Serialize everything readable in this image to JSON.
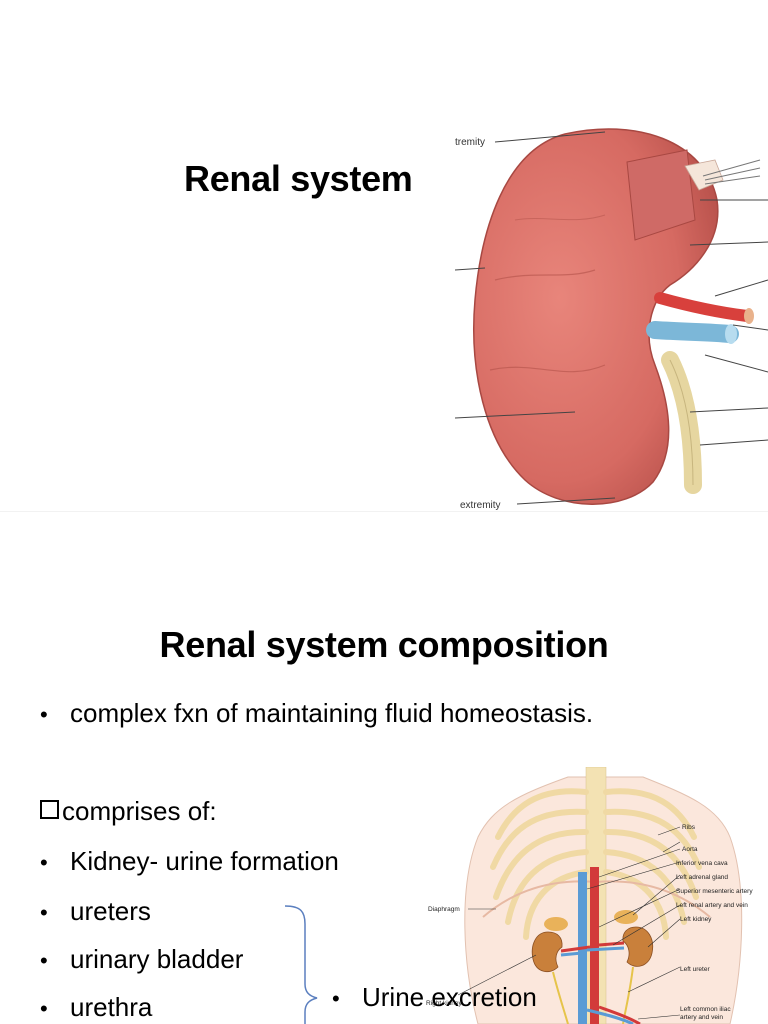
{
  "slide1": {
    "title": "Renal system",
    "figure_labels": {
      "top": "tremity",
      "bottom": "extremity"
    }
  },
  "slide2": {
    "title": "Renal system composition",
    "intro_bullet": "complex fxn of maintaining fluid homeostasis.",
    "comprises_heading": "comprises of:",
    "components": [
      "Kidney-  urine formation",
      "ureters",
      "urinary bladder",
      "urethra"
    ],
    "grouped_function": "Urine excretion",
    "diagram_labels": {
      "ribs": "Ribs",
      "aorta": "Aorta",
      "ivc": "Inferior vena cava",
      "adrenal": "Left adrenal gland",
      "sma": "Superior mesenteric artery",
      "renal_vessels": "Left renal artery and vein",
      "left_kidney": "Left kidney",
      "diaphragm": "Diaphragm",
      "right_kidney": "Right kidney",
      "left_ureter": "Left ureter",
      "iliac_line1": "Left common iliac",
      "iliac_line2": "artery and vein"
    }
  },
  "colors": {
    "kidney": "#d9726a",
    "artery": "#d23a3a",
    "vein": "#5a9bd5",
    "ureter": "#e6d6a0",
    "ribs": "#f3e2b3",
    "skin": "#fbe7dc"
  }
}
